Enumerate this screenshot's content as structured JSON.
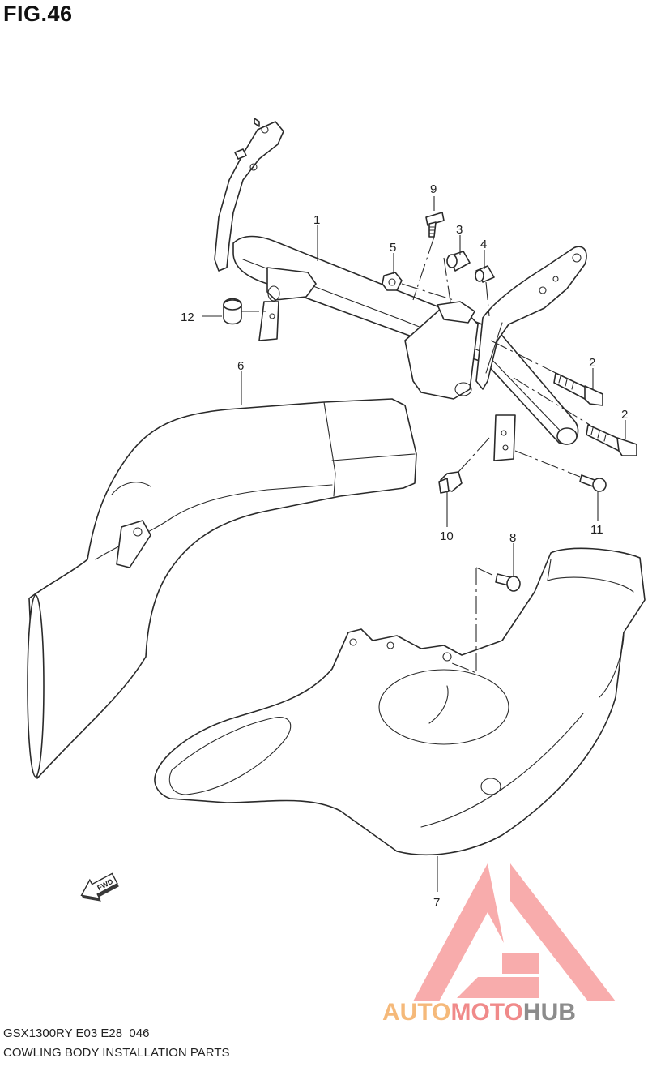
{
  "figure": {
    "title": "FIG.46"
  },
  "callouts": [
    {
      "id": "callout-1",
      "label": "1"
    },
    {
      "id": "callout-2a",
      "label": "2"
    },
    {
      "id": "callout-2b",
      "label": "2"
    },
    {
      "id": "callout-3",
      "label": "3"
    },
    {
      "id": "callout-4",
      "label": "4"
    },
    {
      "id": "callout-5",
      "label": "5"
    },
    {
      "id": "callout-6",
      "label": "6"
    },
    {
      "id": "callout-7",
      "label": "7"
    },
    {
      "id": "callout-8",
      "label": "8"
    },
    {
      "id": "callout-9",
      "label": "9"
    },
    {
      "id": "callout-10",
      "label": "10"
    },
    {
      "id": "callout-11",
      "label": "11"
    },
    {
      "id": "callout-12",
      "label": "12"
    }
  ],
  "direction_arrow": {
    "label": "FWD"
  },
  "caption": {
    "code": "GSX1300RY E03 E28_046",
    "name": "COWLING BODY INSTALLATION PARTS"
  },
  "watermark": {
    "part1": "AUTO",
    "part2": "MOTO",
    "part3": "HUB",
    "colors": {
      "auto": "#f5b97a",
      "moto": "#f08a8a",
      "hub": "#8c8c8c",
      "logo": "#f7a3a3"
    }
  }
}
